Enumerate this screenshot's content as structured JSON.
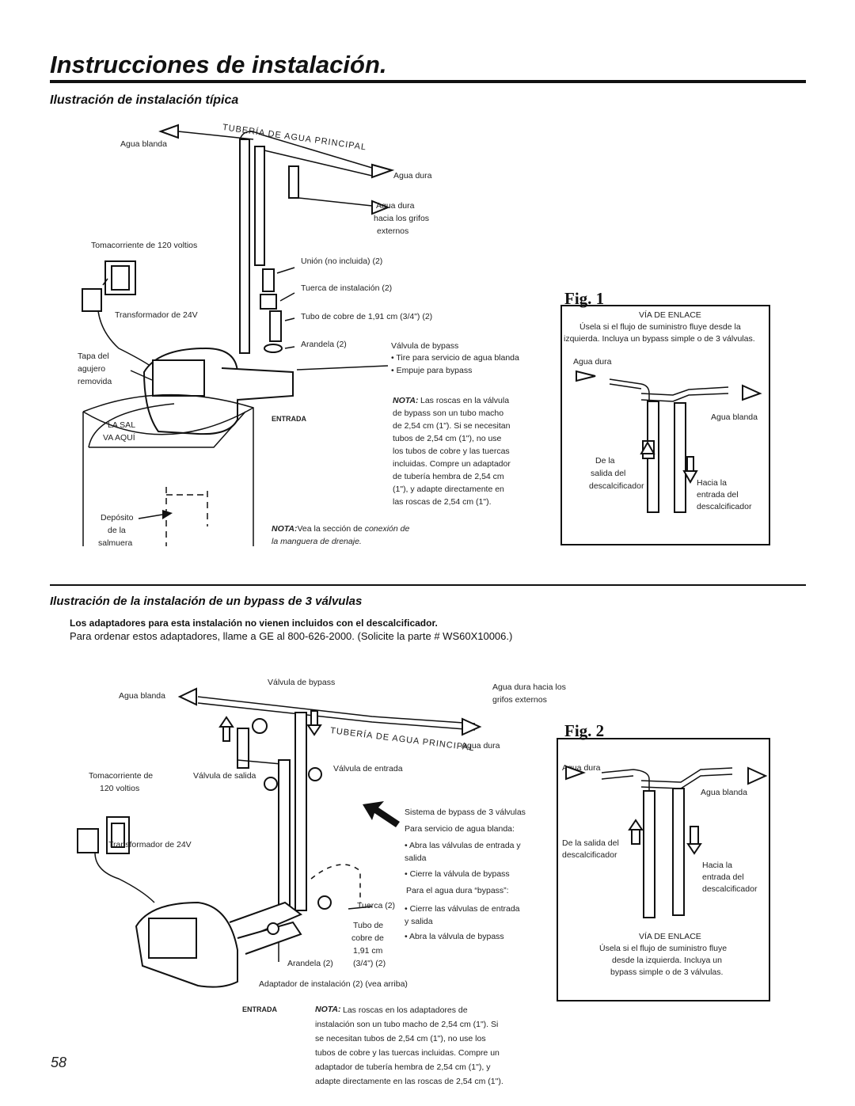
{
  "header": {
    "title": "Instrucciones de instalación."
  },
  "section1": {
    "title": "Ilustración de instalación típica",
    "labels": {
      "main_pipe": "TUBERÍA DE AGUA PRINCIPAL",
      "soft_water": "Agua blanda",
      "hard_water": "Agua dura",
      "hard_water_taps_1": "Agua dura",
      "hard_water_taps_2": "hacia los grifos",
      "hard_water_taps_3": "externos",
      "outlet": "Tomacorriente de 120 voltios",
      "union": "Unión (no incluida) (2)",
      "nut": "Tuerca de instalación (2)",
      "transformer": "Transformador de 24V",
      "copper_tube": "Tubo de cobre de 1,91 cm (3/4\") (2)",
      "washer": "Arandela (2)",
      "bypass_valve": "Válvula de bypass",
      "bypass_b1": "• Tire para servicio de agua blanda",
      "bypass_b2": "• Empuje para bypass",
      "hole_cap_1": "Tapa del",
      "hole_cap_2": "agujero",
      "hole_cap_3": "removida",
      "salt_1": "LA SAL",
      "salt_2": "VA AQUÍ",
      "inlet": "ENTRADA",
      "brine_1": "Depósito",
      "brine_2": "de la",
      "brine_3": "salmuera",
      "note1_label": "NOTA:",
      "note1_text": "Las roscas en la válvula\nde bypass son un tubo macho\nde 2,54 cm (1\"). Si se necesitan\ntubos de 2,54 cm (1\"), no use\nlos tubos de cobre y las tuercas\nincluidas. Compre un adaptador\nde tubería hembra de 2,54 cm\n(1\"), y adapte directamente en\nlas roscas de 2,54 cm (1\").",
      "note2_label": "NOTA:",
      "note2_text_a": "Vea la sección de ",
      "note2_text_b": "conexión de",
      "note2_text_c": "la manguera de drenaje."
    }
  },
  "fig1": {
    "label": "Fig. 1",
    "title": "VÍA DE ENLACE",
    "desc_1": "Úsela si el flujo de suministro fluye desde la",
    "desc_2": "izquierda. Incluya un bypass simple o de 3 válvulas.",
    "hard": "Agua dura",
    "soft": "Agua blanda",
    "from_1": "De la",
    "from_2": "salida del",
    "from_3": "descalcificador",
    "to_1": "Hacia la",
    "to_2": "entrada del",
    "to_3": "descalcificador"
  },
  "section2": {
    "title": "Ilustración de la instalación de un bypass de 3 válvulas",
    "bold_line": "Los adaptadores para esta instalación no vienen incluidos con el descalcificador.",
    "order_line": "Para ordenar estos adaptadores, llame a GE al 800-626-2000. (Solicite la parte # WS60X10006.)",
    "labels": {
      "bypass_valve": "Válvula de bypass",
      "soft_water": "Agua blanda",
      "hard_taps_1": "Agua dura hacia los",
      "hard_taps_2": "grifos externos",
      "main_pipe": "TUBERÍA DE AGUA PRINCIPAL",
      "hard_water": "Agua dura",
      "outlet_1": "Tomacorriente de",
      "outlet_2": "120 voltios",
      "outlet_valve": "Válvula de salida",
      "inlet_valve": "Válvula de entrada",
      "system_1": "Sistema de bypass de 3 válvulas",
      "system_2": "Para servicio de agua blanda:",
      "b1": "• Abra las válvulas de entrada y\n   salida",
      "b2": "• Cierre la válvula de bypass",
      "bypass_hdr": "Para el agua dura “bypass”:",
      "b3": "• Cierre las válvulas de entrada\n   y salida",
      "b4": "• Abra la válvula de bypass",
      "transformer": "Transformador de 24V",
      "nut": "Tuerca (2)",
      "tube_1": "Tubo de",
      "tube_2": "cobre de",
      "tube_3": "1,91 cm",
      "tube_4": "(3/4\") (2)",
      "washer": "Arandela (2)",
      "adapter": "Adaptador de instalación (2) (vea arriba)",
      "inlet": "ENTRADA",
      "note_label": "NOTA:",
      "note_text": "Las roscas en los adaptadores de\ninstalación son un tubo macho de 2,54 cm (1\"). Si\nse necesitan tubos de 2,54 cm (1\"), no use los\ntubos de cobre y las tuercas incluidas. Compre un\nadaptador de tubería hembra de 2,54 cm (1\"), y\nadapte directamente en las roscas de 2,54 cm (1\")."
    }
  },
  "fig2": {
    "label": "Fig. 2",
    "hard": "Agua dura",
    "soft": "Agua blanda",
    "from_1": "De la salida del",
    "from_2": "descalcificador",
    "to_1": "Hacia la",
    "to_2": "entrada del",
    "to_3": "descalcificador",
    "title": "VÍA DE ENLACE",
    "desc_1": "Úsela si el flujo de suministro fluye",
    "desc_2": "desde la izquierda. Incluya un",
    "desc_3": "bypass simple o de 3 válvulas."
  },
  "footer": {
    "page_number": "58"
  }
}
